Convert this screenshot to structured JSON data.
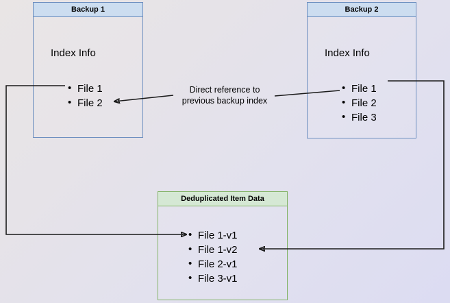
{
  "diagram": {
    "title_backup1": "Backup 1",
    "title_backup2": "Backup 2",
    "title_dedup": "Deduplicated Item Data",
    "index_info_label": "Index Info",
    "center_note_line1": "Direct reference to",
    "center_note_line2": "previous backup index",
    "backup1_files": [
      "File 1",
      "File 2"
    ],
    "backup2_files": [
      "File 1",
      "File 2",
      "File 3"
    ],
    "dedup_items": [
      "File 1-v1",
      "File 1-v2",
      "File 2-v1",
      "File 3-v1"
    ],
    "colors": {
      "blue_border": "#6c8ebf",
      "blue_fill": "#ccddf0",
      "green_border": "#82b366",
      "green_fill": "#d5e8d4",
      "arrow": "#1a1a1a",
      "background_start": "#e9e5e5",
      "background_end": "#dcdcf2"
    }
  }
}
